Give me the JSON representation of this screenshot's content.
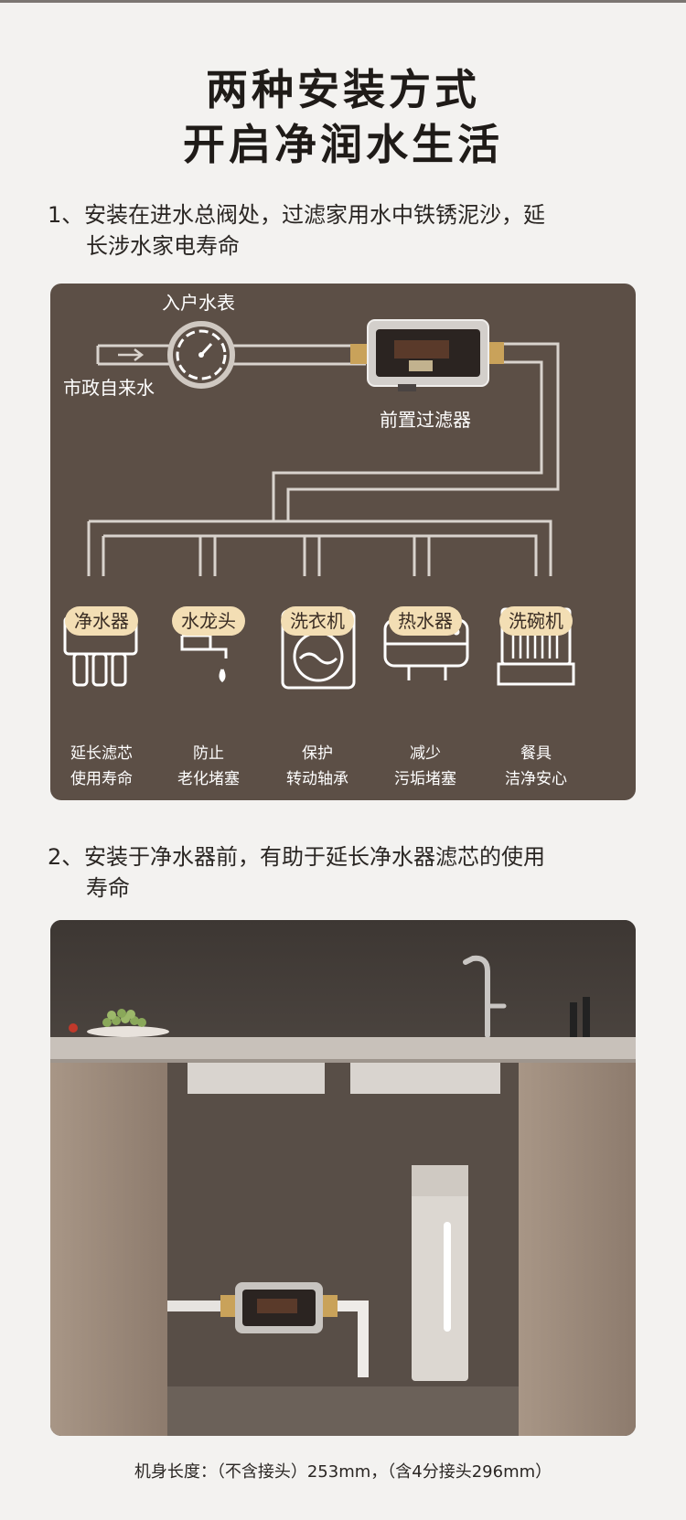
{
  "header": {
    "title_line1": "两种安装方式",
    "title_line2": "开启净润水生活"
  },
  "step1": {
    "number": "1、",
    "line1": "安装在进水总阀处，过滤家用水中铁锈泥沙，延",
    "line2": "长涉水家电寿命"
  },
  "diagram": {
    "meter_label": "入户水表",
    "source_label": "市政自来水",
    "filter_label": "前置过滤器",
    "appliances": [
      {
        "name": "净水器",
        "cap1": "延长滤芯",
        "cap2": "使用寿命",
        "icon": "water-purifier-icon"
      },
      {
        "name": "水龙头",
        "cap1": "防止",
        "cap2": "老化堵塞",
        "icon": "faucet-icon"
      },
      {
        "name": "洗衣机",
        "cap1": "保护",
        "cap2": "转动轴承",
        "icon": "washing-machine-icon"
      },
      {
        "name": "热水器",
        "cap1": "减少",
        "cap2": "污垢堵塞",
        "icon": "water-heater-icon"
      },
      {
        "name": "洗碗机",
        "cap1": "餐具",
        "cap2": "洁净安心",
        "icon": "dishwasher-icon"
      }
    ],
    "colors": {
      "panel": "#5c4f46",
      "badge": "#f3deb4"
    }
  },
  "step2": {
    "number": "2、",
    "line1": "安装于净水器前，有助于延长净水器滤芯的使用",
    "line2": "寿命"
  },
  "footer": {
    "note": "机身长度：（不含接头）253mm，（含4分接头296mm）"
  }
}
